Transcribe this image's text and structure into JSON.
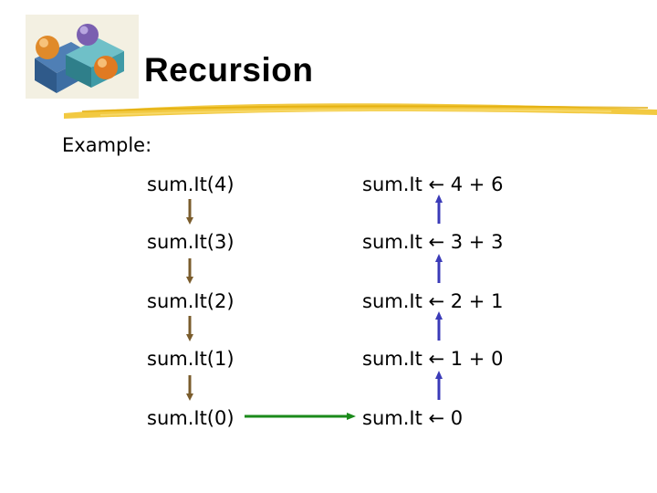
{
  "slide": {
    "title": "Recursion",
    "example_label": "Example:"
  },
  "calls": [
    "sum.It(4)",
    "sum.It(3)",
    "sum.It(2)",
    "sum.It(1)",
    "sum.It(0)"
  ],
  "results": [
    "sum.It ← 4 + 6",
    "sum.It ← 3 + 3",
    "sum.It ← 2 + 1",
    "sum.It ← 1 + 0",
    "sum.It ← 0"
  ],
  "colors": {
    "down_arrow": "#7a5c2c",
    "up_arrow": "#3b3bb8",
    "base_arrow": "#1a8a1a",
    "underline": "#f0c020"
  },
  "icons": {
    "logo": "colored-cubes-logo-icon"
  }
}
